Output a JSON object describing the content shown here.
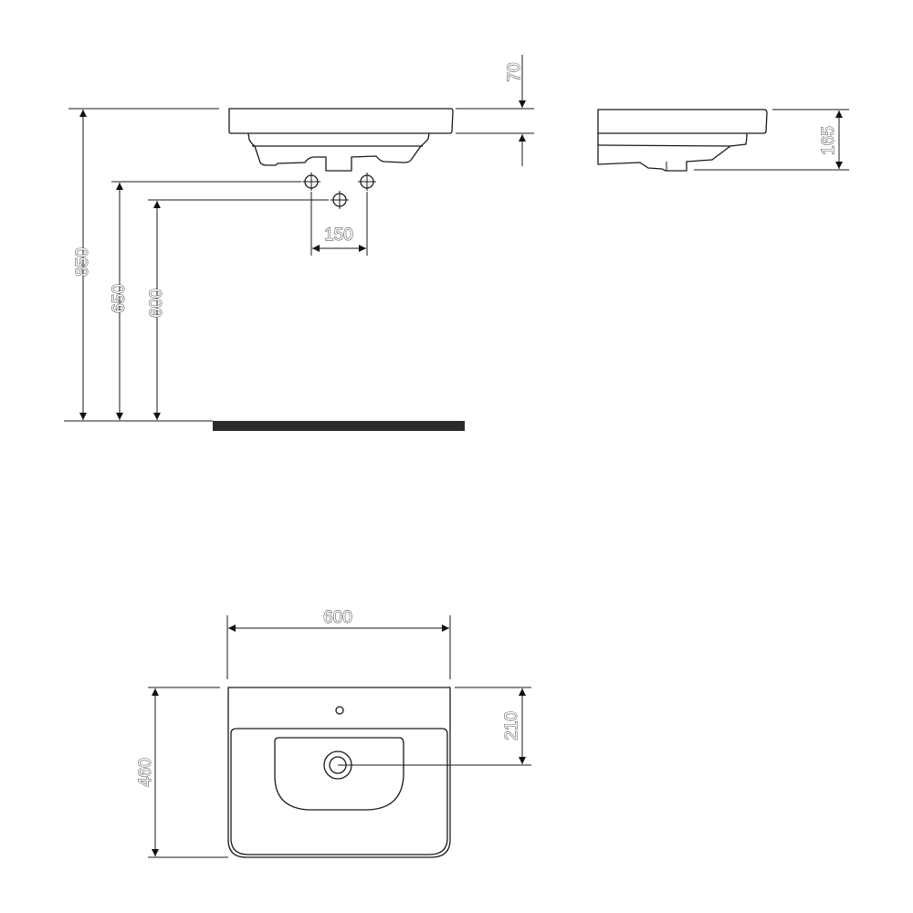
{
  "drawing": {
    "units": "mm",
    "front_elevation": {
      "dimensions": {
        "total_height": "850",
        "supply_height": "650",
        "waste_height": "600",
        "supply_spacing": "150",
        "rim_thickness": "70"
      }
    },
    "side_elevation": {
      "dimensions": {
        "depth_height": "165"
      }
    },
    "plan_view": {
      "dimensions": {
        "width": "600",
        "depth": "460",
        "drain_offset": "210"
      }
    },
    "colors": {
      "line": "#1a1a1a",
      "floor": "#2b2b2b",
      "background": "#ffffff"
    }
  }
}
